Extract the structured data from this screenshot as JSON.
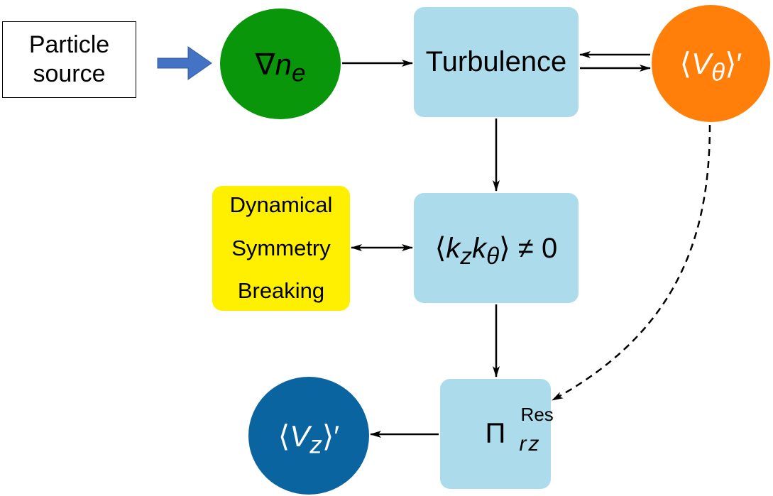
{
  "colors": {
    "particle_source_fill": "#ffffff",
    "gradient_circle_fill": "#0a960a",
    "process_box_fill": "#acdceb",
    "rotation_circle_fill": "#ff7f0a",
    "symmetry_box_fill": "#fff000",
    "axial_flow_circle_fill": "#0a64a0",
    "source_arrow_fill": "#4472c4",
    "arrow_stroke": "#000000"
  },
  "nodes": {
    "particle_source": {
      "line1": "Particle",
      "line2": "source"
    },
    "density_gradient": {
      "nabla": "∇",
      "symbol": "n",
      "subscript": "e"
    },
    "turbulence": {
      "label": "Turbulence"
    },
    "rotation_shear": {
      "open": "⟨",
      "symbol": "V",
      "subscript": "θ",
      "close": "⟩′"
    },
    "symmetry_breaking": {
      "line1": "Dynamical",
      "line2": "Symmetry",
      "line3": "Breaking"
    },
    "wave_correlation": {
      "open": "⟨",
      "k1": "k",
      "k1_sub": "z",
      "k2": "k",
      "k2_sub": "θ",
      "close": "⟩",
      "relation": "≠ 0"
    },
    "residual_stress": {
      "symbol": "Π",
      "superscript": "Res",
      "subscript": "rz"
    },
    "axial_flow_shear": {
      "open": "⟨",
      "symbol": "V",
      "subscript": "z",
      "close": "⟩′"
    }
  },
  "edges": [
    {
      "from": "particle_source",
      "to": "density_gradient",
      "style": "block"
    },
    {
      "from": "density_gradient",
      "to": "turbulence",
      "style": "solid"
    },
    {
      "from": "rotation_shear",
      "to": "turbulence",
      "style": "solid"
    },
    {
      "from": "turbulence",
      "to": "rotation_shear",
      "style": "solid"
    },
    {
      "from": "turbulence",
      "to": "wave_correlation",
      "style": "solid"
    },
    {
      "from": "wave_correlation",
      "to": "symmetry_breaking",
      "style": "solid",
      "bidirectional": true
    },
    {
      "from": "wave_correlation",
      "to": "residual_stress",
      "style": "solid"
    },
    {
      "from": "rotation_shear",
      "to": "residual_stress",
      "style": "dashed"
    },
    {
      "from": "residual_stress",
      "to": "axial_flow_shear",
      "style": "solid"
    }
  ]
}
